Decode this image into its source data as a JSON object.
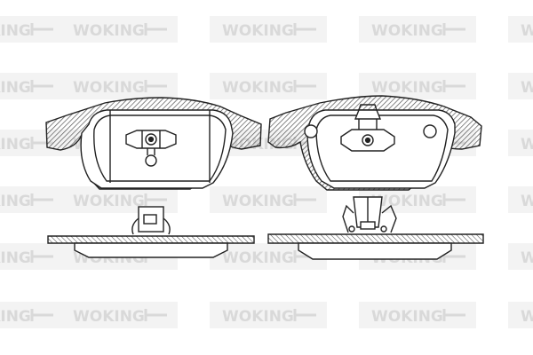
{
  "watermark": {
    "brand_text": "WOKING",
    "text_color": "#d9d9d9",
    "tile_color": "#f3f3f3"
  },
  "drawing": {
    "line_color": "#222222",
    "hatch_color": "#555555",
    "parts": [
      "brake-pad-left-front",
      "brake-pad-right-front",
      "backing-plate-left-side",
      "backing-plate-right-side"
    ]
  }
}
